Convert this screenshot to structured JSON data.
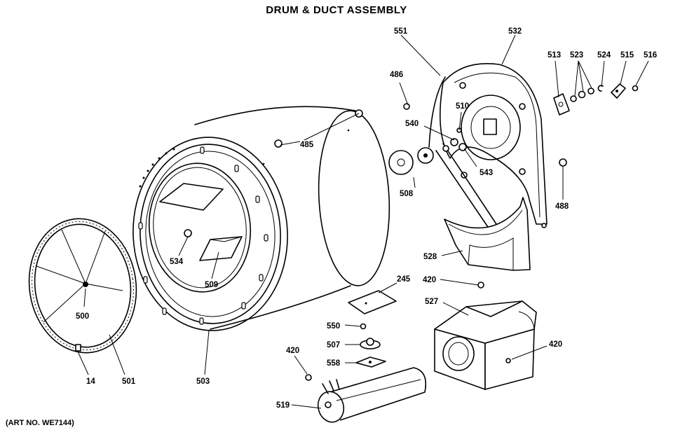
{
  "title": "DRUM & DUCT ASSEMBLY",
  "art_number": "(ART NO. WE7144)",
  "callouts": {
    "c14": "14",
    "c245": "245",
    "c420a": "420",
    "c420b": "420",
    "c420c": "420",
    "c485": "485",
    "c486": "486",
    "c488": "488",
    "c500": "500",
    "c501": "501",
    "c503": "503",
    "c507": "507",
    "c508": "508",
    "c509": "509",
    "c510": "510",
    "c513": "513",
    "c515": "515",
    "c516": "516",
    "c519": "519",
    "c523": "523",
    "c524": "524",
    "c527": "527",
    "c528": "528",
    "c532": "532",
    "c534": "534",
    "c540": "540",
    "c543": "543",
    "c550": "550",
    "c551": "551",
    "c558": "558"
  }
}
